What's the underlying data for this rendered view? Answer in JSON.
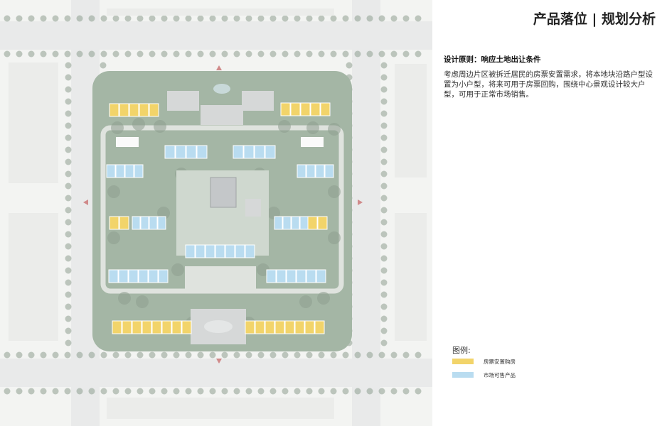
{
  "header": {
    "title": "产品落位 | 规划分析"
  },
  "principle": {
    "text": "设计原则：响应土地出让条件"
  },
  "description": {
    "text": "考虑周边片区被拆迁居民的房票安置需求，将本地块沿路户型设置为小户型，将来可用于房票回购，围绕中心景观设计较大户型，可用于正常市场销售。"
  },
  "legend": {
    "title": "图例:",
    "items": [
      {
        "label": "房票安置购房",
        "color": "#f2d46a"
      },
      {
        "label": "市场可售产品",
        "color": "#b9dcf0"
      }
    ]
  },
  "plan": {
    "colors": {
      "background": "#f3f4f2",
      "road": "#e9eaea",
      "site_landscape": "#a4b6a5",
      "tree": "#8e9e90",
      "path": "#dfe3de",
      "resettlement": "#f2d46a",
      "market": "#b9dcf0",
      "building_gray": "#d6d8d8"
    }
  }
}
